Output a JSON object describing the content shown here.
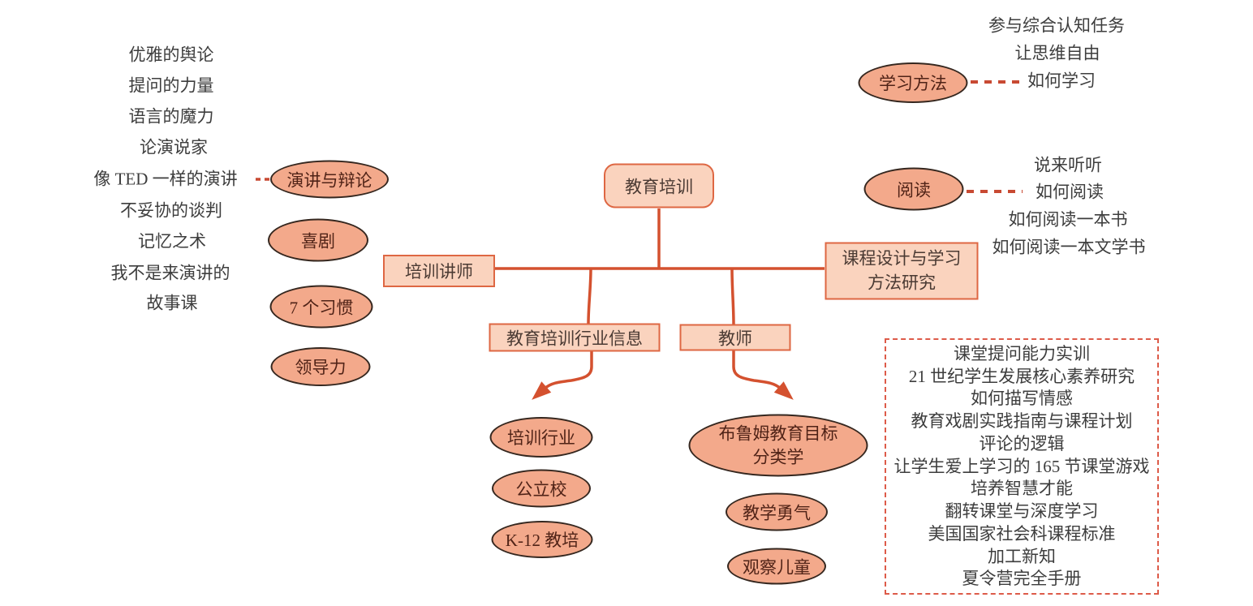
{
  "root": {
    "label": "教育培训"
  },
  "branches": {
    "trainer": {
      "label": "培训讲师"
    },
    "industry": {
      "label": "教育培训行业信息"
    },
    "teacher": {
      "label": "教师"
    },
    "curriculum": {
      "line1": "课程设计与学习",
      "line2": "方法研究"
    }
  },
  "speech_topic": {
    "label": "演讲与辩论",
    "books": [
      "优雅的舆论",
      "提问的力量",
      "语言的魔力",
      "论演说家",
      "像 TED 一样的演讲",
      "不妥协的谈判",
      "记忆之术",
      "我不是来演讲的",
      "故事课"
    ]
  },
  "trainer_topics": [
    "喜剧",
    "7 个习惯",
    "领导力"
  ],
  "industry_topics": [
    "培训行业",
    "公立校",
    "K-12 教培"
  ],
  "teacher_topics": {
    "bloom_line1": "布鲁姆教育目标",
    "bloom_line2": "分类学",
    "others": [
      "教学勇气",
      "观察儿童"
    ]
  },
  "learning_method": {
    "label": "学习方法",
    "books": [
      "参与综合认知任务",
      "让思维自由",
      "如何学习"
    ]
  },
  "reading": {
    "label": "阅读",
    "books": [
      "说来听听",
      "如何阅读",
      "如何阅读一本书",
      "如何阅读一本文学书"
    ]
  },
  "curriculum_books": [
    "课堂提问能力实训",
    "21 世纪学生发展核心素养研究",
    "如何描写情感",
    "教育戏剧实践指南与课程计划",
    "评论的逻辑",
    "让学生爱上学习的 165 节课堂游戏",
    "培养智慧才能",
    "翻转课堂与深度学习",
    "美国国家社会科课程标准",
    "加工新知",
    "夏令营完全手册"
  ],
  "colors": {
    "ellipse_fill": "#F3A98B",
    "ellipse_border": "#35271F",
    "box_fill": "#FAD3BE",
    "box_border": "#DE6743",
    "connector_line": "#D4512F",
    "dash_link": "#C84A33",
    "dashed_panel_border": "#DD5B49",
    "body_text": "#3D3D3D",
    "ellipse_text": "#502317"
  }
}
